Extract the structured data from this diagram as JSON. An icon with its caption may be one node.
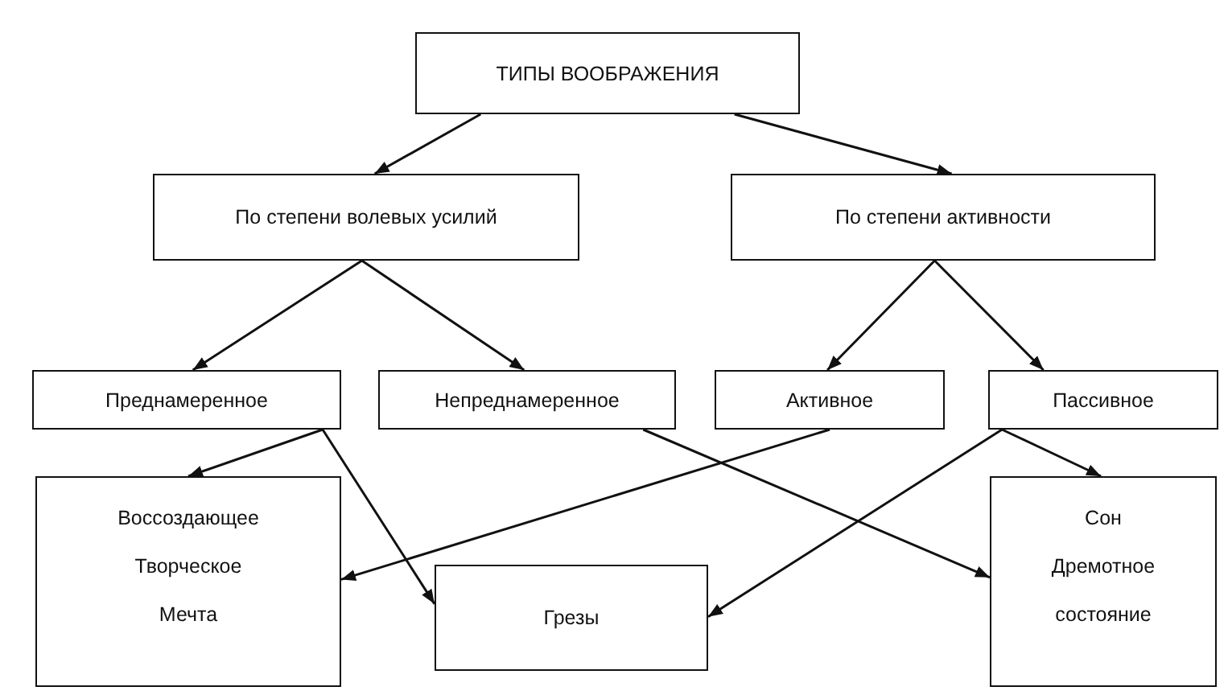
{
  "diagram": {
    "nodes": [
      {
        "text": [
          "ТИПЫ ВООБРАЖЕНИЯ"
        ]
      },
      {
        "text": [
          "По степени волевых усилий"
        ]
      },
      {
        "text": [
          "По степени активности"
        ]
      },
      {
        "text": [
          "Преднамеренное"
        ]
      },
      {
        "text": [
          "Непреднамеренное"
        ]
      },
      {
        "text": [
          "Активное"
        ]
      },
      {
        "text": [
          "Пассивное"
        ]
      },
      {
        "text": [
          "Воссоздающее",
          "Творческое",
          "Мечта"
        ]
      },
      {
        "text": [
          "Грезы"
        ]
      },
      {
        "text": [
          "Сон",
          "Дремотное",
          "состояние"
        ]
      }
    ],
    "edges": [
      {
        "from": 0,
        "to": 1,
        "arrow": "to"
      },
      {
        "from": 0,
        "to": 2,
        "arrow": "to"
      },
      {
        "from": 1,
        "to": 3,
        "arrow": "to"
      },
      {
        "from": 1,
        "to": 4,
        "arrow": "to"
      },
      {
        "from": 2,
        "to": 5,
        "arrow": "to"
      },
      {
        "from": 2,
        "to": 6,
        "arrow": "to"
      },
      {
        "from": 3,
        "to": 7,
        "arrow": "to"
      },
      {
        "from": 3,
        "to": 8,
        "arrow": "to"
      },
      {
        "from": 4,
        "to": 9,
        "arrow": "to"
      },
      {
        "from": 5,
        "to": 7,
        "arrow": "to"
      },
      {
        "from": 6,
        "to": 9,
        "arrow": "to"
      },
      {
        "from": 6,
        "to": 8,
        "arrow": "to"
      }
    ]
  }
}
